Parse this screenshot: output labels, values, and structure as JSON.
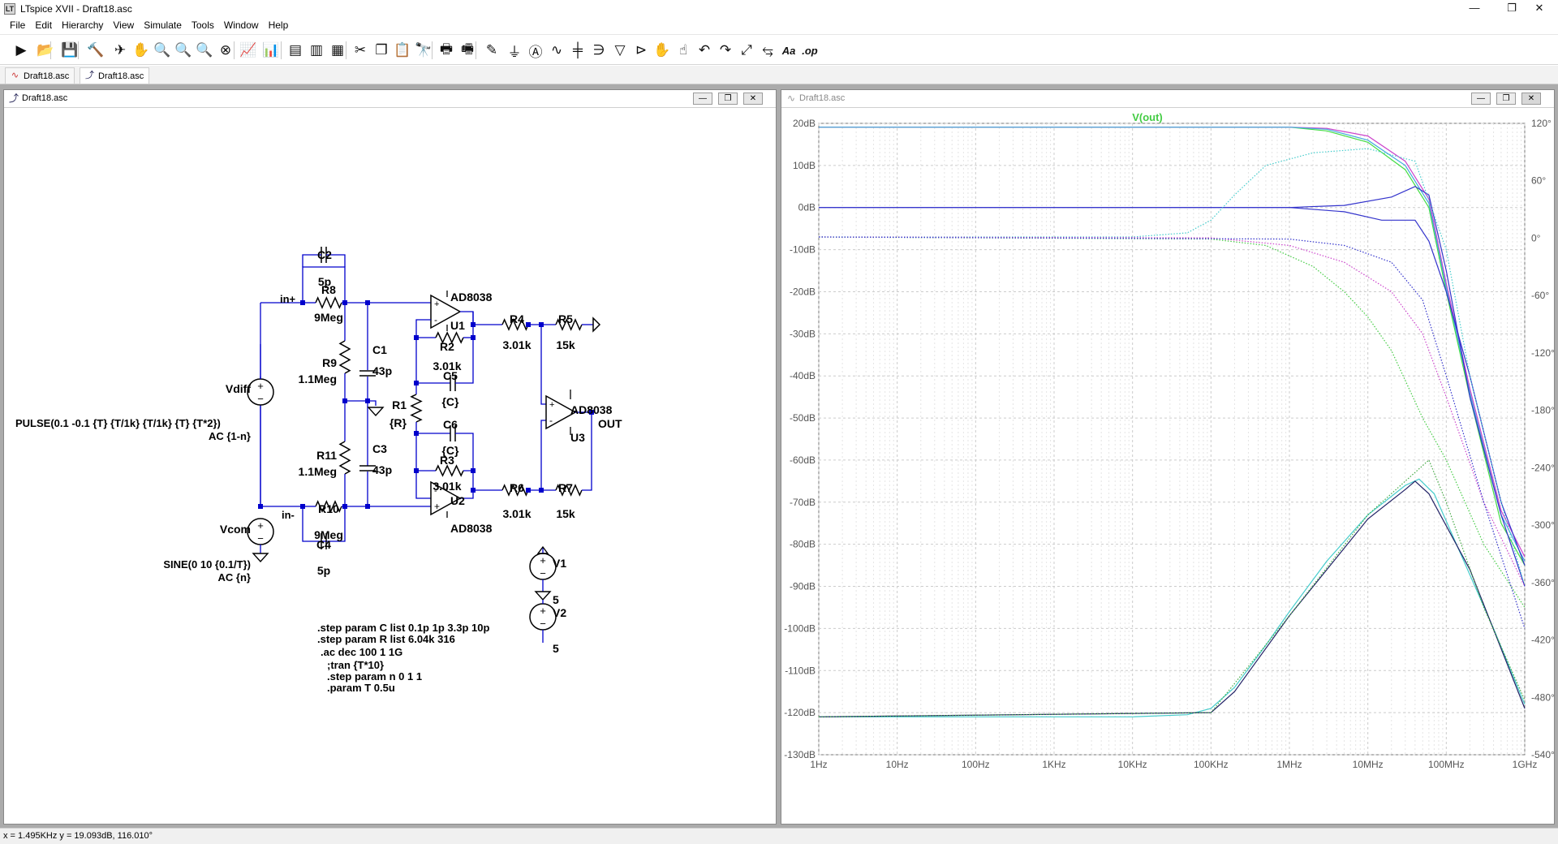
{
  "app": {
    "title": "LTspice XVII - Draft18.asc",
    "icon_label": "LT"
  },
  "menu": [
    "File",
    "Edit",
    "Hierarchy",
    "View",
    "Simulate",
    "Tools",
    "Window",
    "Help"
  ],
  "toolbar": {
    "icons": [
      "run-icon",
      "open-icon",
      "save-icon",
      "control-panel-icon",
      "halt-icon",
      "pan-icon",
      "zoom-in-icon",
      "zoom-out-icon",
      "zoom-back-icon",
      "zoom-fit-icon",
      "autorange-icon",
      "pick-visible-traces-icon",
      "tile-horizontal-icon",
      "tile-vertical-icon",
      "cascade-icon",
      "cut-icon",
      "copy-icon",
      "paste-icon",
      "find-icon",
      "print-icon",
      "print-preview-icon",
      "draw-wire-icon",
      "ground-icon",
      "label-net-icon",
      "resistor-icon",
      "capacitor-icon",
      "inductor-icon",
      "diode-icon",
      "component-icon",
      "move-icon",
      "drag-icon",
      "undo-icon",
      "redo-icon",
      "rotate-icon",
      "mirror-icon",
      "text-icon",
      "spice-directive-icon"
    ],
    "glyphs": [
      "▶",
      "📂",
      "💾",
      "🔨",
      "✈",
      "✋",
      "🔍",
      "🔍",
      "🔍",
      "⊗",
      "📈",
      "📊",
      "▤",
      "▥",
      "▦",
      "✂",
      "❐",
      "📋",
      "🔭",
      "🖶",
      "🖷",
      "✎",
      "⏚",
      "Ⓐ",
      "∿",
      "╪",
      "∋",
      "▽",
      "⊳",
      "✋",
      "☝",
      "↶",
      "↷",
      "⤢",
      "⥃",
      "Aa",
      ".op"
    ]
  },
  "tabs": [
    {
      "label": "Draft18.asc",
      "icon": "waveform-icon"
    },
    {
      "label": "Draft18.asc",
      "icon": "schematic-icon"
    }
  ],
  "schematic_window": {
    "title": "Draft18.asc"
  },
  "plot_window": {
    "title": "Draft18.asc"
  },
  "schematic": {
    "components": {
      "C2": [
        "C2",
        "5p"
      ],
      "R8": [
        "R8",
        "9Meg"
      ],
      "C1": [
        "C1",
        "43p"
      ],
      "R9": [
        "R9",
        "1.1Meg"
      ],
      "R11": [
        "R11",
        "1.1Meg"
      ],
      "C3": [
        "C3",
        "43p"
      ],
      "R10": [
        "R10",
        "9Meg"
      ],
      "C4": [
        "C4",
        "5p"
      ],
      "U1": [
        "U1",
        "AD8038"
      ],
      "U2": [
        "U2",
        "AD8038"
      ],
      "U3": [
        "U3",
        "AD8038"
      ],
      "R2": [
        "R2",
        "3.01k"
      ],
      "C5": [
        "C5",
        "{C}"
      ],
      "R1": [
        "R1",
        "{R}"
      ],
      "C6": [
        "C6",
        "{C}"
      ],
      "R3": [
        "R3",
        "3.01k"
      ],
      "R4": [
        "R4",
        "3.01k"
      ],
      "R5": [
        "R5",
        "15k"
      ],
      "R6": [
        "R6",
        "3.01k"
      ],
      "R7": [
        "R7",
        "15k"
      ],
      "V1": [
        "V1",
        "5"
      ],
      "V2": [
        "V2",
        "5"
      ]
    },
    "net_labels": {
      "in_plus": "in+",
      "in_minus": "in-",
      "out": "OUT"
    },
    "sources": {
      "vdiff": {
        "name": "Vdiff",
        "value1": "PULSE(0.1 -0.1 {T} {T/1k} {T/1k} {T} {T*2})",
        "value2": "AC {1-n}"
      },
      "vcom": {
        "name": "Vcom",
        "value1": "SINE(0 10 {0.1/T})",
        "value2": "AC {n}"
      }
    },
    "directives": [
      ".step param C list 0.1p 1p 3.3p 10p",
      ".step param R list 6.04k 316",
      ".ac dec 100 1 1G",
      ";tran {T*10}",
      ".step param n 0 1 1",
      ".param T 0.5u"
    ]
  },
  "chart_data": {
    "type": "line",
    "title": "V(out)",
    "xscale": "log",
    "xlim": [
      1,
      1000000000
    ],
    "x_ticks": [
      "1Hz",
      "10Hz",
      "100Hz",
      "1KHz",
      "10KHz",
      "100KHz",
      "1MHz",
      "10MHz",
      "100MHz",
      "1GHz"
    ],
    "ylim": [
      -130,
      20
    ],
    "y_ticks_left": [
      "20dB",
      "10dB",
      "0dB",
      "-10dB",
      "-20dB",
      "-30dB",
      "-40dB",
      "-50dB",
      "-60dB",
      "-70dB",
      "-80dB",
      "-90dB",
      "-100dB",
      "-110dB",
      "-120dB",
      "-130dB"
    ],
    "y2lim": [
      -540,
      120
    ],
    "y_ticks_right": [
      "120°",
      "60°",
      "0°",
      "-60°",
      "-120°",
      "-180°",
      "-240°",
      "-300°",
      "-360°",
      "-420°",
      "-480°",
      "-540°"
    ],
    "grid": true,
    "colors": {
      "trace_title": "#44cc44",
      "axis": "#777777",
      "grid": "#cccccc",
      "background": "#ffffff"
    },
    "series": [
      {
        "color": "#44dd44",
        "style": "solid",
        "points": [
          [
            1,
            19.1
          ],
          [
            1000000,
            19.1
          ],
          [
            3000000,
            18.2
          ],
          [
            10000000,
            15.5
          ],
          [
            30000000,
            9
          ],
          [
            60000000,
            0
          ],
          [
            100000000,
            -20
          ],
          [
            200000000,
            -45
          ],
          [
            500000000,
            -75
          ],
          [
            1000000000,
            -85
          ]
        ]
      },
      {
        "color": "#cc44cc",
        "style": "solid",
        "points": [
          [
            1,
            19.1
          ],
          [
            1000000,
            19.1
          ],
          [
            3000000,
            18.8
          ],
          [
            10000000,
            17
          ],
          [
            30000000,
            11
          ],
          [
            60000000,
            2
          ],
          [
            100000000,
            -18
          ],
          [
            200000000,
            -43
          ],
          [
            500000000,
            -72
          ],
          [
            1000000000,
            -83
          ]
        ]
      },
      {
        "color": "#44aadd",
        "style": "solid",
        "points": [
          [
            1,
            19.1
          ],
          [
            1000000,
            19.1
          ],
          [
            3000000,
            18.6
          ],
          [
            10000000,
            16
          ],
          [
            30000000,
            10
          ],
          [
            60000000,
            1
          ],
          [
            100000000,
            -19
          ],
          [
            200000000,
            -44
          ],
          [
            500000000,
            -73
          ],
          [
            1000000000,
            -84
          ]
        ]
      },
      {
        "color": "#3333cc",
        "style": "solid",
        "points": [
          [
            1,
            0
          ],
          [
            1000000,
            0
          ],
          [
            5000000,
            0.5
          ],
          [
            20000000,
            2.5
          ],
          [
            40000000,
            5
          ],
          [
            60000000,
            3
          ],
          [
            100000000,
            -15
          ],
          [
            200000000,
            -45
          ],
          [
            500000000,
            -73
          ],
          [
            1000000000,
            -90
          ]
        ]
      },
      {
        "color": "#3333cc",
        "style": "solid",
        "points": [
          [
            1,
            0
          ],
          [
            1000000,
            0
          ],
          [
            5000000,
            -1
          ],
          [
            15000000,
            -3
          ],
          [
            40000000,
            -3
          ],
          [
            60000000,
            -8
          ],
          [
            100000000,
            -20
          ],
          [
            200000000,
            -40
          ],
          [
            500000000,
            -70
          ],
          [
            1000000000,
            -85
          ]
        ]
      },
      {
        "color": "#44cccc",
        "style": "dotted",
        "points": [
          [
            1,
            -7
          ],
          [
            10000,
            -7
          ],
          [
            50000,
            -6
          ],
          [
            100000,
            -3
          ],
          [
            200000,
            3
          ],
          [
            500000,
            10
          ],
          [
            2000000,
            13
          ],
          [
            10000000,
            14
          ],
          [
            40000000,
            11
          ],
          [
            100000000,
            -10
          ],
          [
            200000000,
            -40
          ],
          [
            500000000,
            -70
          ],
          [
            1000000000,
            -90
          ]
        ]
      },
      {
        "color": "#44cc44",
        "style": "dotted",
        "points": [
          [
            1,
            -7
          ],
          [
            100000,
            -7.5
          ],
          [
            500000,
            -9
          ],
          [
            2000000,
            -14
          ],
          [
            5000000,
            -20
          ],
          [
            10000000,
            -26
          ],
          [
            20000000,
            -34
          ],
          [
            50000000,
            -50
          ],
          [
            100000000,
            -60
          ],
          [
            300000000,
            -80
          ],
          [
            1000000000,
            -95
          ]
        ]
      },
      {
        "color": "#cc44cc",
        "style": "dotted",
        "points": [
          [
            1,
            -7
          ],
          [
            100000,
            -7.2
          ],
          [
            1000000,
            -9
          ],
          [
            5000000,
            -13
          ],
          [
            20000000,
            -20
          ],
          [
            50000000,
            -30
          ],
          [
            100000000,
            -45
          ],
          [
            300000000,
            -70
          ],
          [
            1000000000,
            -90
          ]
        ]
      },
      {
        "color": "#3333cc",
        "style": "dotted",
        "points": [
          [
            1,
            -7
          ],
          [
            1000000,
            -7.5
          ],
          [
            5000000,
            -9
          ],
          [
            20000000,
            -13
          ],
          [
            50000000,
            -22
          ],
          [
            100000000,
            -40
          ],
          [
            300000000,
            -70
          ],
          [
            1000000000,
            -100
          ]
        ]
      },
      {
        "color": "#44cccc",
        "style": "solid",
        "points": [
          [
            1,
            -121
          ],
          [
            10000,
            -121
          ],
          [
            50000,
            -120.5
          ],
          [
            100000,
            -119
          ],
          [
            200000,
            -114
          ],
          [
            500000,
            -104
          ],
          [
            1000000,
            -96
          ],
          [
            3000000,
            -84
          ],
          [
            10000000,
            -73
          ],
          [
            30000000,
            -66
          ],
          [
            45000000,
            -64.5
          ],
          [
            70000000,
            -68
          ],
          [
            150000000,
            -82
          ],
          [
            400000000,
            -100
          ],
          [
            1000000000,
            -118
          ]
        ]
      },
      {
        "color": "#222266",
        "style": "solid",
        "points": [
          [
            1,
            -121
          ],
          [
            100000,
            -120
          ],
          [
            200000,
            -115
          ],
          [
            1000000,
            -97
          ],
          [
            10000000,
            -74
          ],
          [
            30000000,
            -67
          ],
          [
            40000000,
            -65
          ],
          [
            60000000,
            -68
          ],
          [
            200000000,
            -86
          ],
          [
            1000000000,
            -119
          ]
        ]
      },
      {
        "color": "#44aa44",
        "style": "dotted",
        "points": [
          [
            1,
            -121
          ],
          [
            100000,
            -120
          ],
          [
            1000000,
            -97
          ],
          [
            10000000,
            -73
          ],
          [
            30000000,
            -65
          ],
          [
            60000000,
            -60
          ],
          [
            100000000,
            -70
          ],
          [
            300000000,
            -95
          ],
          [
            1000000000,
            -117
          ]
        ]
      }
    ]
  },
  "status": {
    "text": "x = 1.495KHz    y = 19.093dB, 116.010°"
  }
}
